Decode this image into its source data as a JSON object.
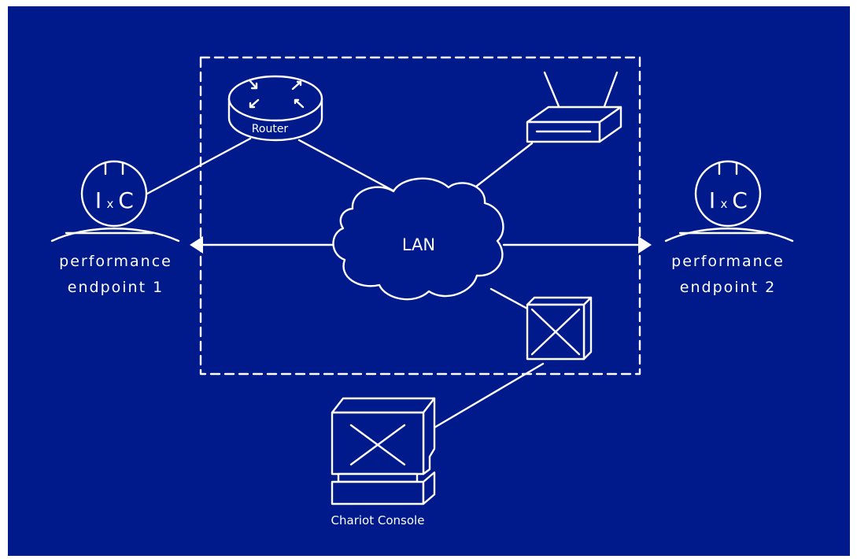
{
  "colors": {
    "background": "#001a8c",
    "foreground": "#ffffff",
    "page": "#ffffff"
  },
  "labels": {
    "router": "Router",
    "lan": "LAN",
    "console": "Chariot Console",
    "endpoint1_line1": "performance",
    "endpoint1_line2": "endpoint 1",
    "endpoint2_line1": "performance",
    "endpoint2_line2": "endpoint 2",
    "logo_i": "I",
    "logo_x": "x",
    "logo_c": "C"
  },
  "icons": {
    "router": "router-icon",
    "access_point": "wireless-access-point-icon",
    "switch": "switch-icon",
    "console": "computer-terminal-icon",
    "cloud": "cloud-icon",
    "endpoint": "ixia-endpoint-person-icon"
  }
}
